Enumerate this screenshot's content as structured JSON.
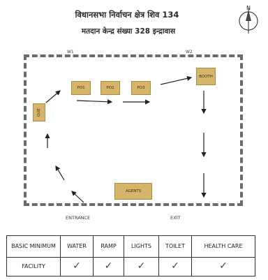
{
  "header": {
    "title_line1": "विधानसभा निर्वाचन क्षेत्र शिव 134",
    "title_line2": "मतदान केन्द्र संख्या 328   इन्द्रावास"
  },
  "compass": {
    "label": "N"
  },
  "layout": {
    "wall1": "W1",
    "wall2": "W2",
    "entrance": "ENTRANCE",
    "exit": "EXIT",
    "boxes": {
      "que": "QUE",
      "po1": "PO1",
      "po2": "PO2",
      "po3": "PO3",
      "booth": "BOOTH",
      "agents": "AGENTS"
    }
  },
  "table": {
    "row1": {
      "label": "BASIC MINIMUM",
      "columns": [
        "WATER",
        "RAMP",
        "LIGHTS",
        "TOILET",
        "HEALTH CARE"
      ]
    },
    "row2": {
      "label": "FACILITY",
      "marks": [
        "✓",
        "✓",
        "✓",
        "✓",
        "✓"
      ]
    }
  },
  "colors": {
    "box_fill": "#d4b56a",
    "wall": "#6b6b6b"
  }
}
